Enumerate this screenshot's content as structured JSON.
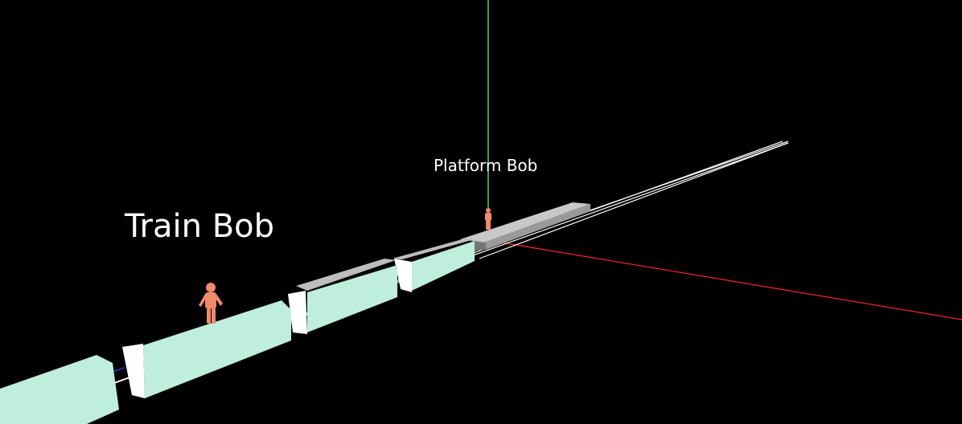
{
  "scene": {
    "labels": {
      "train_observer": "Train Bob",
      "platform_observer": "Platform Bob"
    },
    "colors": {
      "background": "#000000",
      "train_car_side": "#bfeedd",
      "train_car_end": "#ffffff",
      "train_car_roof": "#bdbdbd",
      "platform": "#c8c8c8",
      "rail": "#ffffff",
      "figure": "#f08a6a",
      "x_axis": "#ff2222",
      "y_axis": "#55cc77",
      "label_text": "#ffffff"
    },
    "objects": {
      "train_cars": 5,
      "observers": [
        "Train Bob",
        "Platform Bob"
      ],
      "axes": [
        "x-axis",
        "y-axis"
      ]
    }
  }
}
